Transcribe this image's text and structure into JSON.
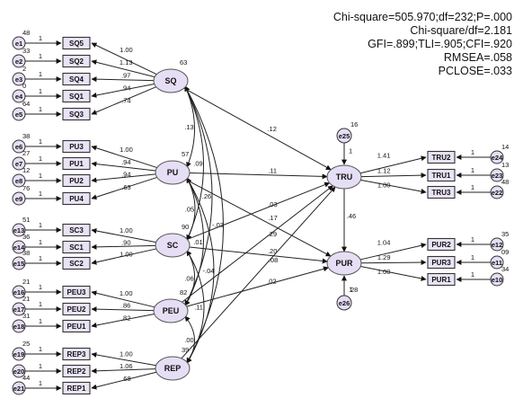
{
  "fit_stats": [
    "Chi-square=505.970;df=232;P=.000",
    "Chi-square/df=2.181",
    "GFI=.899;TLI=.905;CFI=.920",
    "RMSEA=.058",
    "PCLOSE=.033"
  ],
  "latents": {
    "SQ": {
      "label": "SQ",
      "r2": "63"
    },
    "PU": {
      "label": "PU",
      "r2": "57"
    },
    "SC": {
      "label": "SC",
      "r2": "90"
    },
    "PEU": {
      "label": "PEU",
      "r2": "82"
    },
    "REP": {
      "label": "REP",
      "r2": "39"
    },
    "TRU": {
      "label": "TRU",
      "r2": ""
    },
    "PUR": {
      "label": "PUR",
      "r2": ""
    }
  },
  "left_indicators": [
    {
      "err": "e1",
      "var": "SQ5",
      "factor": "SQ",
      "err_var": "48",
      "r2": "",
      "loading": "1.00",
      "fix": "1"
    },
    {
      "err": "e2",
      "var": "SQ2",
      "factor": "SQ",
      "err_var": "33",
      "r2": "2",
      "loading": "1.13",
      "fix": "1"
    },
    {
      "err": "e3",
      "var": "SQ4",
      "factor": "SQ",
      "err_var": "2",
      "r2": "0",
      "loading": ".97",
      "fix": "1"
    },
    {
      "err": "e4",
      "var": "SQ1",
      "factor": "SQ",
      "err_var": "0",
      "r2": "",
      "loading": ".94",
      "fix": "1"
    },
    {
      "err": "e5",
      "var": "SQ3",
      "factor": "SQ",
      "err_var": "64",
      "r2": "",
      "loading": ".74",
      "fix": "1"
    },
    {
      "err": "e6",
      "var": "PU3",
      "factor": "PU",
      "err_var": "38",
      "r2": "",
      "loading": "1.00",
      "fix": "1"
    },
    {
      "err": "e7",
      "var": "PU1",
      "factor": "PU",
      "err_var": "27",
      "r2": "",
      "loading": ".94",
      "fix": "1"
    },
    {
      "err": "e8",
      "var": "PU2",
      "factor": "PU",
      "err_var": "12",
      "r2": "",
      "loading": ".94",
      "fix": "1"
    },
    {
      "err": "e9",
      "var": "PU4",
      "factor": "PU",
      "err_var": "76",
      "r2": "",
      "loading": ".63",
      "fix": "1"
    },
    {
      "err": "e13",
      "var": "SC3",
      "factor": "SC",
      "err_var": "51",
      "r2": "",
      "loading": "1.00",
      "fix": "1"
    },
    {
      "err": "e14",
      "var": "SC1",
      "factor": "SC",
      "err_var": "36",
      "r2": "",
      "loading": ".90",
      "fix": "1"
    },
    {
      "err": "e15",
      "var": "SC2",
      "factor": "SC",
      "err_var": "38",
      "r2": "",
      "loading": "1.00",
      "fix": "1"
    },
    {
      "err": "e16",
      "var": "PEU3",
      "factor": "PEU",
      "err_var": "21",
      "r2": "",
      "loading": "1.00",
      "fix": "1"
    },
    {
      "err": "e17",
      "var": "PEU2",
      "factor": "PEU",
      "err_var": "21",
      "r2": "",
      "loading": ".86",
      "fix": "1"
    },
    {
      "err": "e18",
      "var": "PEU1",
      "factor": "PEU",
      "err_var": "31",
      "r2": "",
      "loading": ".82",
      "fix": "1"
    },
    {
      "err": "e19",
      "var": "REP3",
      "factor": "REP",
      "err_var": "25",
      "r2": "",
      "loading": "1.00",
      "fix": "1"
    },
    {
      "err": "e20",
      "var": "REP2",
      "factor": "REP",
      "err_var": "",
      "r2": "",
      "loading": "1.06",
      "fix": "1"
    },
    {
      "err": "e21",
      "var": "REP1",
      "factor": "REP",
      "err_var": "44",
      "r2": "",
      "loading": ".68",
      "fix": "1"
    }
  ],
  "right_indicators": [
    {
      "err": "e24",
      "var": "TRU2",
      "factor": "TRU",
      "err_var": "14",
      "r2": "",
      "loading": "1.41",
      "fix": "1"
    },
    {
      "err": "e23",
      "var": "TRU1",
      "factor": "TRU",
      "err_var": "13",
      "r2": "",
      "loading": "1.12",
      "fix": "1"
    },
    {
      "err": "e22",
      "var": "TRU3",
      "factor": "TRU",
      "err_var": "48",
      "r2": "",
      "loading": "1.00",
      "fix": "1"
    },
    {
      "err": "e12",
      "var": "PUR2",
      "factor": "PUR",
      "err_var": "35",
      "r2": "",
      "loading": "1.04",
      "fix": "1"
    },
    {
      "err": "e11",
      "var": "PUR3",
      "factor": "PUR",
      "err_var": "09",
      "r2": "",
      "loading": "1.29",
      "fix": "1"
    },
    {
      "err": "e10",
      "var": "PUR1",
      "factor": "PUR",
      "err_var": "34",
      "r2": "",
      "loading": "1.00",
      "fix": "1"
    }
  ],
  "disturbances": [
    {
      "err": "e25",
      "target": "TRU",
      "var": "16",
      "fix": "1"
    },
    {
      "err": "e26",
      "target": "PUR",
      "var": "28",
      "fix": "1"
    }
  ],
  "structural_paths": [
    {
      "from": "SQ",
      "to": "TRU",
      "coef": ".12"
    },
    {
      "from": "PU",
      "to": "TRU",
      "coef": ".11"
    },
    {
      "from": "PU",
      "to": "PUR",
      "coef": ".17"
    },
    {
      "from": "SC",
      "to": "TRU",
      "coef": ".03"
    },
    {
      "from": "SC",
      "to": "PUR",
      "coef": ".20"
    },
    {
      "from": "PEU",
      "to": "TRU",
      "coef": ".29"
    },
    {
      "from": "PEU",
      "to": "PUR",
      "coef": ".02"
    },
    {
      "from": "REP",
      "to": "TRU",
      "coef": ".08"
    },
    {
      "from": "TRU",
      "to": "PUR",
      "coef": ".46"
    }
  ],
  "covariances": [
    {
      "a": "SQ",
      "b": "PU",
      "coef": ".13"
    },
    {
      "a": "SQ",
      "b": "SC",
      "coef": ".09"
    },
    {
      "a": "SQ",
      "b": "PEU",
      "coef": ".26"
    },
    {
      "a": "SQ",
      "b": "REP",
      "coef": "-.03"
    },
    {
      "a": "PU",
      "b": "SC",
      "coef": ".05"
    },
    {
      "a": "PU",
      "b": "PEU",
      "coef": ".01"
    },
    {
      "a": "PU",
      "b": "REP",
      "coef": "-.04"
    },
    {
      "a": "SC",
      "b": "PEU",
      "coef": ".06"
    },
    {
      "a": "SC",
      "b": "REP",
      "coef": ".11"
    },
    {
      "a": "PEU",
      "b": "REP",
      "coef": ".00"
    }
  ],
  "colors": {
    "node_fill": "#e6def4",
    "box_fill": "#e9e3f5",
    "stroke": "#333333"
  }
}
